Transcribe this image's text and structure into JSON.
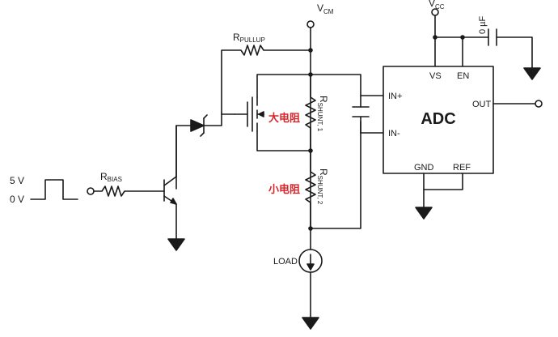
{
  "labels": {
    "vcm": "V",
    "vcm_sub": "CM",
    "vcc": "V",
    "vcc_sub": "CC",
    "cap": "0 µF",
    "rpullup": "R",
    "rpullup_sub": "PULLUP",
    "rbias": "R",
    "rbias_sub": "BIAS",
    "five_v": "5 V",
    "zero_v": "0 V",
    "rshunt1": "R",
    "rshunt1_sub": "SHUNT, 1",
    "rshunt2": "R",
    "rshunt2_sub": "SHUNT, 2",
    "big_r": "大电阻",
    "small_r": "小电阻",
    "load": "LOAD",
    "adc": "ADC",
    "pin_vs": "VS",
    "pin_en": "EN",
    "pin_inp": "IN+",
    "pin_inm": "IN-",
    "pin_out": "OUT",
    "pin_gnd": "GND",
    "pin_ref": "REF"
  },
  "colors": {
    "wire": "#1a1a1a",
    "highlight": "#d7262c"
  }
}
